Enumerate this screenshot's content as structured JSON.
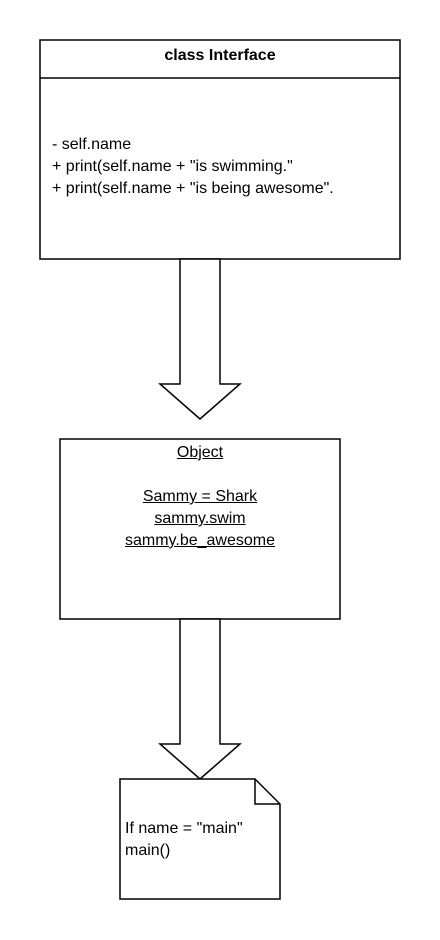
{
  "class_box": {
    "title": "class Interface",
    "members": [
      "- self.name",
      "+ print(self.name + \"is swimming.\"",
      "+ print(self.name + \"is being awesome\"."
    ]
  },
  "object_box": {
    "title": "Object",
    "lines": [
      "Sammy = Shark",
      "sammy.swim",
      "sammy.be_awesome"
    ]
  },
  "note": {
    "lines": [
      "If name = \"main\"",
      "main()"
    ]
  }
}
